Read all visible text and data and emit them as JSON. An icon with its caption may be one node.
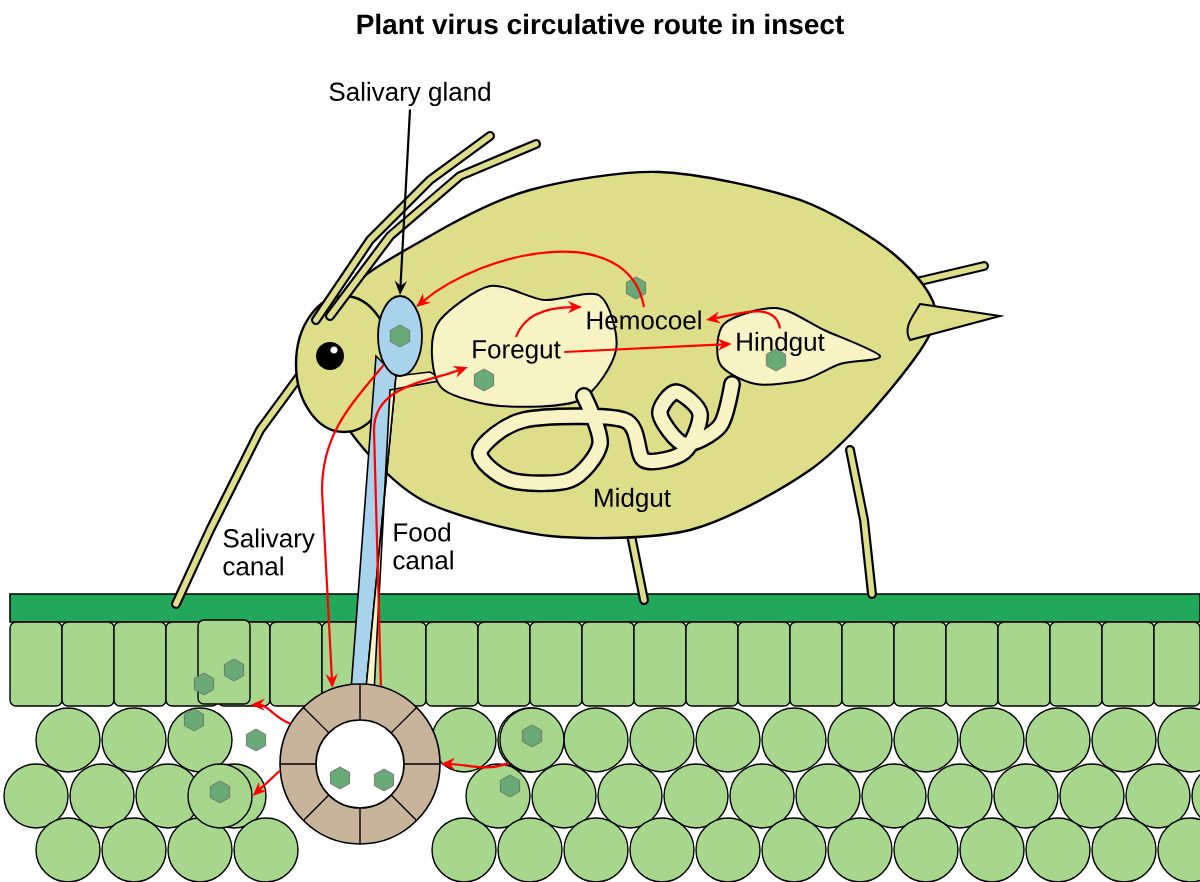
{
  "diagram": {
    "title": "Plant virus circulative route in insect",
    "nodes": [
      {
        "text": [
          "Salivary gland"
        ]
      },
      {
        "text": [],
        "shape": "picture"
      },
      {
        "text": [
          "Foregut"
        ]
      },
      {
        "text": [
          "Hemocoel"
        ]
      },
      {
        "text": [
          "Hindgut"
        ]
      },
      {
        "text": [
          "Midgut"
        ]
      },
      {
        "text": [],
        "shape": "circle"
      },
      {
        "text": [],
        "shape": "box"
      },
      {
        "text": [],
        "shape": "circle"
      },
      {
        "text": [],
        "shape": "circle"
      }
    ],
    "edges": [
      {
        "from": 0,
        "to": 1,
        "arrow": "to",
        "color": "#000000"
      },
      {
        "from": 1,
        "to": 6,
        "arrow": "to"
      },
      {
        "from": 6,
        "to": 2,
        "arrow": "to"
      },
      {
        "from": 2,
        "to": 3,
        "arrow": "to"
      },
      {
        "from": 2,
        "to": 4,
        "arrow": "to"
      },
      {
        "from": 4,
        "to": 3,
        "arrow": "to"
      },
      {
        "from": 3,
        "to": 1,
        "arrow": "to"
      },
      {
        "from": 6,
        "to": 7,
        "arrow": "to"
      },
      {
        "from": 6,
        "to": 8,
        "arrow": "to"
      },
      {
        "from": 9,
        "to": 6,
        "arrow": "to"
      }
    ],
    "labels": [
      "Salivary canal",
      "Food canal"
    ]
  }
}
